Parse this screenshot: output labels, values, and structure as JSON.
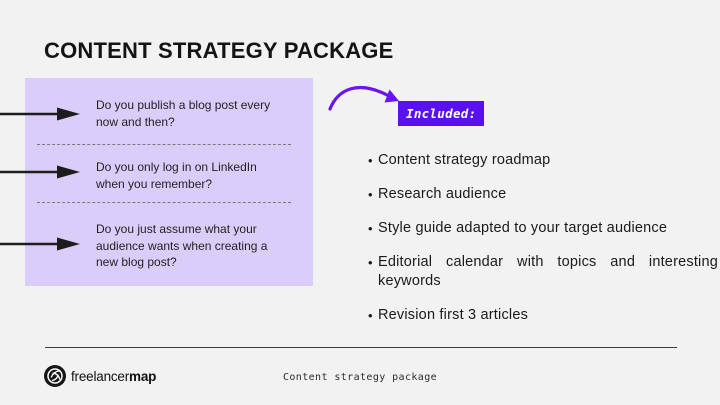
{
  "title": "CONTENT STRATEGY PACKAGE",
  "questions": {
    "items": [
      "Do you publish a blog post every\nnow and then?",
      "Do you only log in on LinkedIn\nwhen you remember?",
      "Do you just assume what your\naudience wants when creating a\nnew blog post?"
    ]
  },
  "included": {
    "label": "Included:",
    "bullet": "•",
    "items": [
      "Content strategy roadmap",
      "Research audience",
      "Style guide adapted to your target audience",
      "Editorial calendar with topics and interesting keywords",
      "Revision first 3 articles"
    ]
  },
  "footer": {
    "brand_regular": "freelancer",
    "brand_bold": "map",
    "caption": "Content strategy package"
  },
  "colors": {
    "background": "#F3F2F2",
    "panel": "#DBCDF9",
    "badge": "#5912EF",
    "curved_arrow": "#6A14F0",
    "text": "#1C1C1C"
  }
}
